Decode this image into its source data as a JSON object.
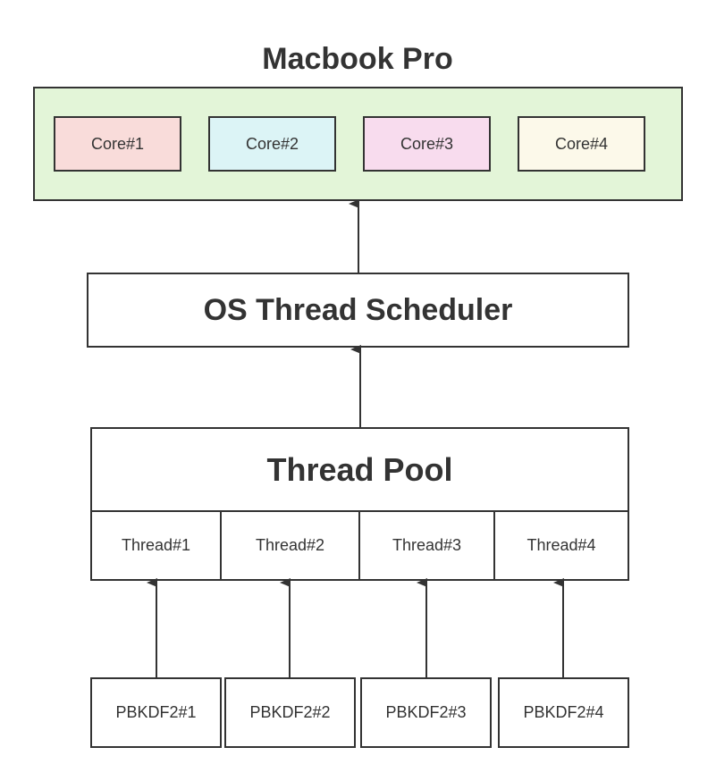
{
  "diagram": {
    "title": "Macbook Pro",
    "cores": [
      {
        "label": "Core#1",
        "color": "#f9dcda"
      },
      {
        "label": "Core#2",
        "color": "#dcf4f6"
      },
      {
        "label": "Core#3",
        "color": "#f8dcee"
      },
      {
        "label": "Core#4",
        "color": "#fcf9ea"
      }
    ],
    "machine_color": "#e3f5d8",
    "scheduler_label": "OS Thread Scheduler",
    "pool_label": "Thread Pool",
    "threads": [
      "Thread#1",
      "Thread#2",
      "Thread#3",
      "Thread#4"
    ],
    "jobs": [
      "PBKDF2#1",
      "PBKDF2#2",
      "PBKDF2#3",
      "PBKDF2#4"
    ]
  }
}
